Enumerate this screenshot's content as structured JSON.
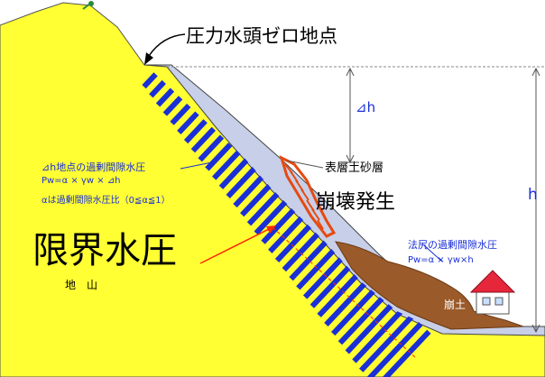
{
  "labels": {
    "zero_pressure_point": "圧力水頭ゼロ地点",
    "delta_h": "⊿h",
    "h": "h",
    "surface_sand_layer": "表層土砂層",
    "collapse_occurs": "崩壊発生",
    "critical_water_pressure": "限界水圧",
    "ground": "地　山",
    "excess_pressure_title": "⊿h地点の過剰間隙水圧",
    "excess_pressure_formula": "Pw=α × γw × ⊿h",
    "alpha_note": "αは過剰間隙水圧比（0≦α≦1）",
    "toe_pressure_title": "法尻の過剰間隙水圧",
    "toe_pressure_formula": "Pw=α × γw×h",
    "debris": "崩土"
  },
  "colors": {
    "ground": "#ffff33",
    "groundwater_zone": "#c8cfe8",
    "pressure_bars": "#1a2fd6",
    "collapse_zone": "#e64a10",
    "debris": "#9a5a2a",
    "arrow": "#ff2a00"
  }
}
